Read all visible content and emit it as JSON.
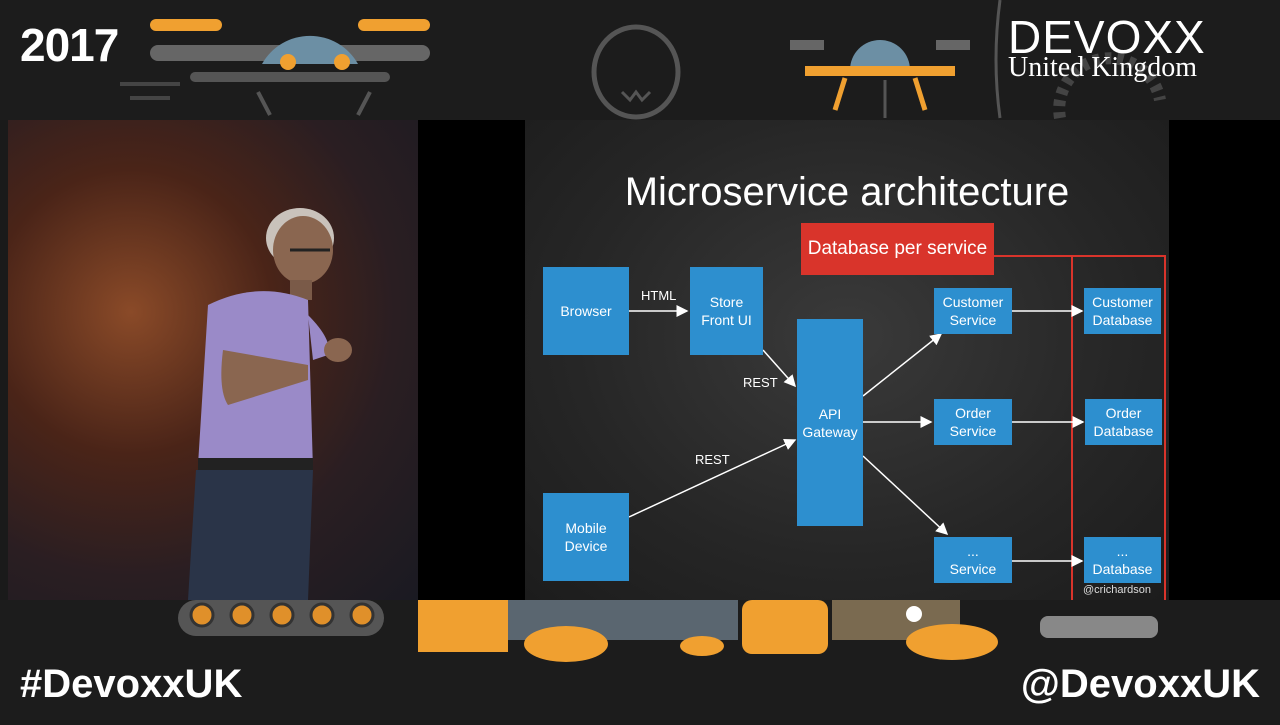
{
  "event": {
    "year": "2017",
    "logo_main": "DEVOXX",
    "logo_sub": "United Kingdom",
    "hashtag": "#DevoxxUK",
    "handle": "@DevoxxUK"
  },
  "slide": {
    "title": "Microservice architecture",
    "callout": "Database per service",
    "credit": "@crichardson",
    "nodes": {
      "browser": "Browser",
      "store_front_1": "Store",
      "store_front_2": "Front UI",
      "mobile_1": "Mobile",
      "mobile_2": "Device",
      "gateway_1": "API",
      "gateway_2": "Gateway",
      "customer_service_1": "Customer",
      "customer_service_2": "Service",
      "order_service_1": "Order",
      "order_service_2": "Service",
      "other_service_1": "...",
      "other_service_2": "Service",
      "customer_db_1": "Customer",
      "customer_db_2": "Database",
      "order_db_1": "Order",
      "order_db_2": "Database",
      "other_db_1": "...",
      "other_db_2": "Database"
    },
    "edge_labels": {
      "html": "HTML",
      "rest_store": "REST",
      "rest_mobile": "REST"
    }
  },
  "colors": {
    "accent_orange": "#f0a030",
    "node_blue": "#2d8fcf",
    "callout_red": "#d9342b",
    "frame_dark": "#1c1c1c"
  }
}
